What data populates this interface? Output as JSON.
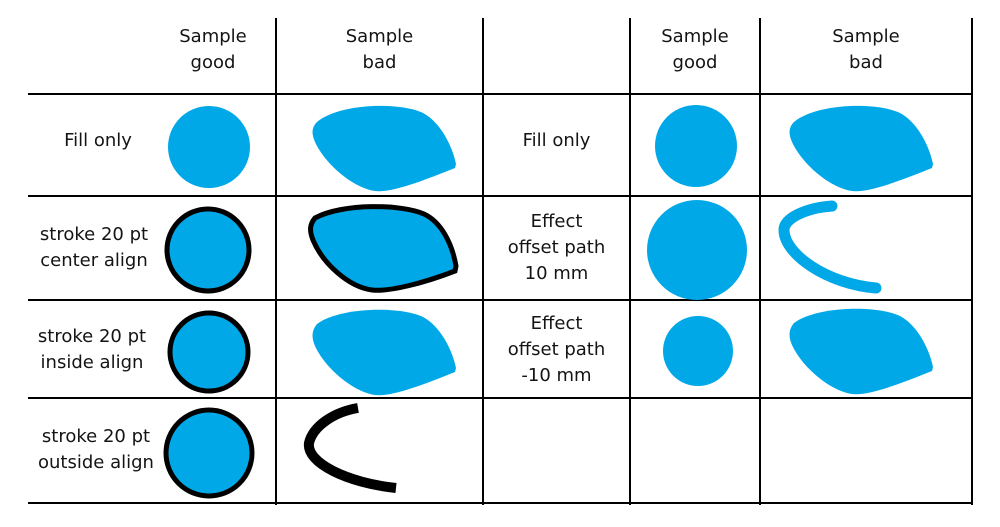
{
  "colors": {
    "fill": "#00A8E8",
    "stroke": "#000000",
    "grid": "#000000"
  },
  "headers": {
    "col1": [
      "Sample",
      "good"
    ],
    "col2": [
      "Sample",
      "bad"
    ],
    "col4": [
      "Sample",
      "good"
    ],
    "col5": [
      "Sample",
      "bad"
    ]
  },
  "left_rows": [
    [
      "Fill only"
    ],
    [
      "stroke 20 pt",
      "center align"
    ],
    [
      "stroke 20 pt",
      "inside align"
    ],
    [
      "stroke 20 pt",
      "outside align"
    ]
  ],
  "right_rows": [
    [
      "Fill only"
    ],
    [
      "Effect",
      "offset path",
      "10 mm"
    ],
    [
      "Effect",
      "offset path",
      "-10 mm"
    ]
  ],
  "shapes": [
    {
      "cell": "left-fill-good",
      "kind": "circle-filled"
    },
    {
      "cell": "left-fill-bad",
      "kind": "leaf-filled"
    },
    {
      "cell": "left-center-good",
      "kind": "circle-filled-stroked"
    },
    {
      "cell": "left-center-bad",
      "kind": "leaf-filled-stroked"
    },
    {
      "cell": "left-inside-good",
      "kind": "circle-filled-stroked"
    },
    {
      "cell": "left-inside-bad",
      "kind": "leaf-filled"
    },
    {
      "cell": "left-outside-good",
      "kind": "circle-filled-stroked"
    },
    {
      "cell": "left-outside-bad",
      "kind": "arc-black"
    },
    {
      "cell": "right-fill-good",
      "kind": "circle-filled"
    },
    {
      "cell": "right-fill-bad",
      "kind": "leaf-filled"
    },
    {
      "cell": "right-offset10-good",
      "kind": "circle-filled"
    },
    {
      "cell": "right-offset10-bad",
      "kind": "arc-blue"
    },
    {
      "cell": "right-offsetneg10-good",
      "kind": "circle-filled-small"
    },
    {
      "cell": "right-offsetneg10-bad",
      "kind": "leaf-filled"
    }
  ]
}
